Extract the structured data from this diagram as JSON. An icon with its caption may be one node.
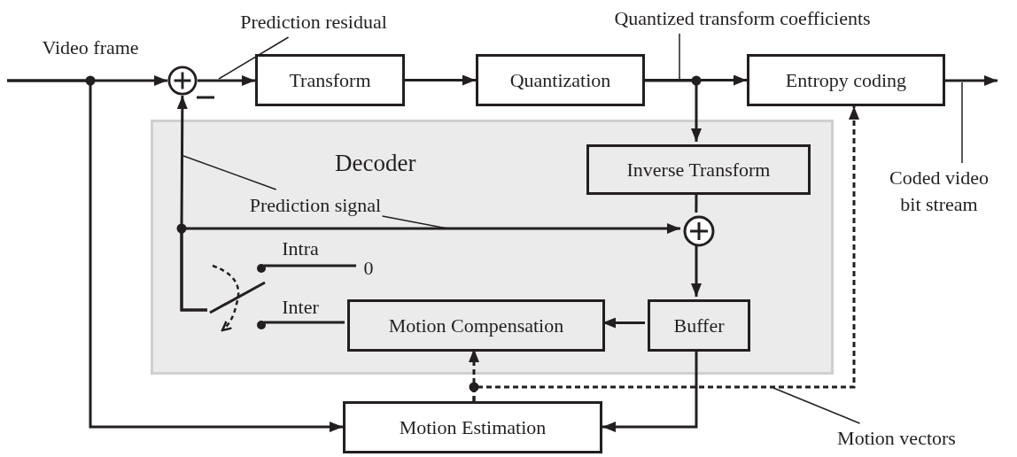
{
  "diagram": {
    "nodes": [
      {
        "text": [
          "Prediction residual"
        ]
      },
      {
        "text": [
          "Quantized transform coefficients"
        ]
      },
      {
        "text": [],
        "shape": "circle"
      },
      {
        "text": [
          "Transform"
        ]
      },
      {
        "text": [
          "Quantization"
        ]
      },
      {
        "text": [
          "Entropy coding"
        ]
      },
      {
        "text": [
          "Decoder"
        ]
      },
      {
        "text": [
          "Inverse Transform"
        ],
        "in": 6
      },
      {
        "text": [
          "Coded video bit stream"
        ]
      },
      {
        "text": [
          "Prediction signal"
        ],
        "in": 6
      },
      {
        "text": [],
        "shape": "circle",
        "in": 6
      },
      {
        "text": [
          "0"
        ],
        "in": 6
      },
      {
        "text": [],
        "shape": "switch",
        "in": 6
      },
      {
        "text": [
          "Motion Compensation"
        ],
        "in": 6
      },
      {
        "text": [
          "Buffer"
        ],
        "in": 6
      },
      {
        "text": [
          "Motion Estimation"
        ]
      },
      {
        "text": [
          "Motion vectors"
        ]
      }
    ],
    "edges": [
      {
        "from": null,
        "to": 2,
        "arrow": "to",
        "label": "Video frame"
      },
      {
        "from": null,
        "to": 15,
        "arrow": "to"
      },
      {
        "from": 2,
        "to": 3,
        "arrow": "to"
      },
      {
        "from": 3,
        "to": 4,
        "arrow": "to"
      },
      {
        "from": 4,
        "to": 5,
        "arrow": "to"
      },
      {
        "from": 4,
        "to": 7,
        "arrow": "to"
      },
      {
        "from": 5,
        "to": null,
        "arrow": "to"
      },
      {
        "from": 7,
        "to": 10,
        "arrow": "none"
      },
      {
        "from": 12,
        "to": 2,
        "arrow": "to"
      },
      {
        "from": 12,
        "to": 10,
        "arrow": "to"
      },
      {
        "from": 11,
        "to": 12,
        "arrow": "none",
        "label": "Intra"
      },
      {
        "from": 13,
        "to": 12,
        "arrow": "none",
        "label": "Inter"
      },
      {
        "from": 10,
        "to": 14,
        "arrow": "to"
      },
      {
        "from": 14,
        "to": 13,
        "arrow": "to"
      },
      {
        "from": 14,
        "to": 15,
        "arrow": "to"
      },
      {
        "from": 15,
        "to": 13,
        "arrow": "to",
        "style": "dashed"
      },
      {
        "from": 15,
        "to": 5,
        "arrow": "to",
        "style": "dashed"
      },
      {
        "from": 0,
        "to": null,
        "arrow": "none"
      },
      {
        "from": 1,
        "to": null,
        "arrow": "none"
      },
      {
        "from": 8,
        "to": null,
        "arrow": "none"
      },
      {
        "from": 9,
        "to": null,
        "arrow": "none"
      },
      {
        "from": 9,
        "to": null,
        "arrow": "none"
      },
      {
        "from": 16,
        "to": null,
        "arrow": "none"
      }
    ]
  }
}
